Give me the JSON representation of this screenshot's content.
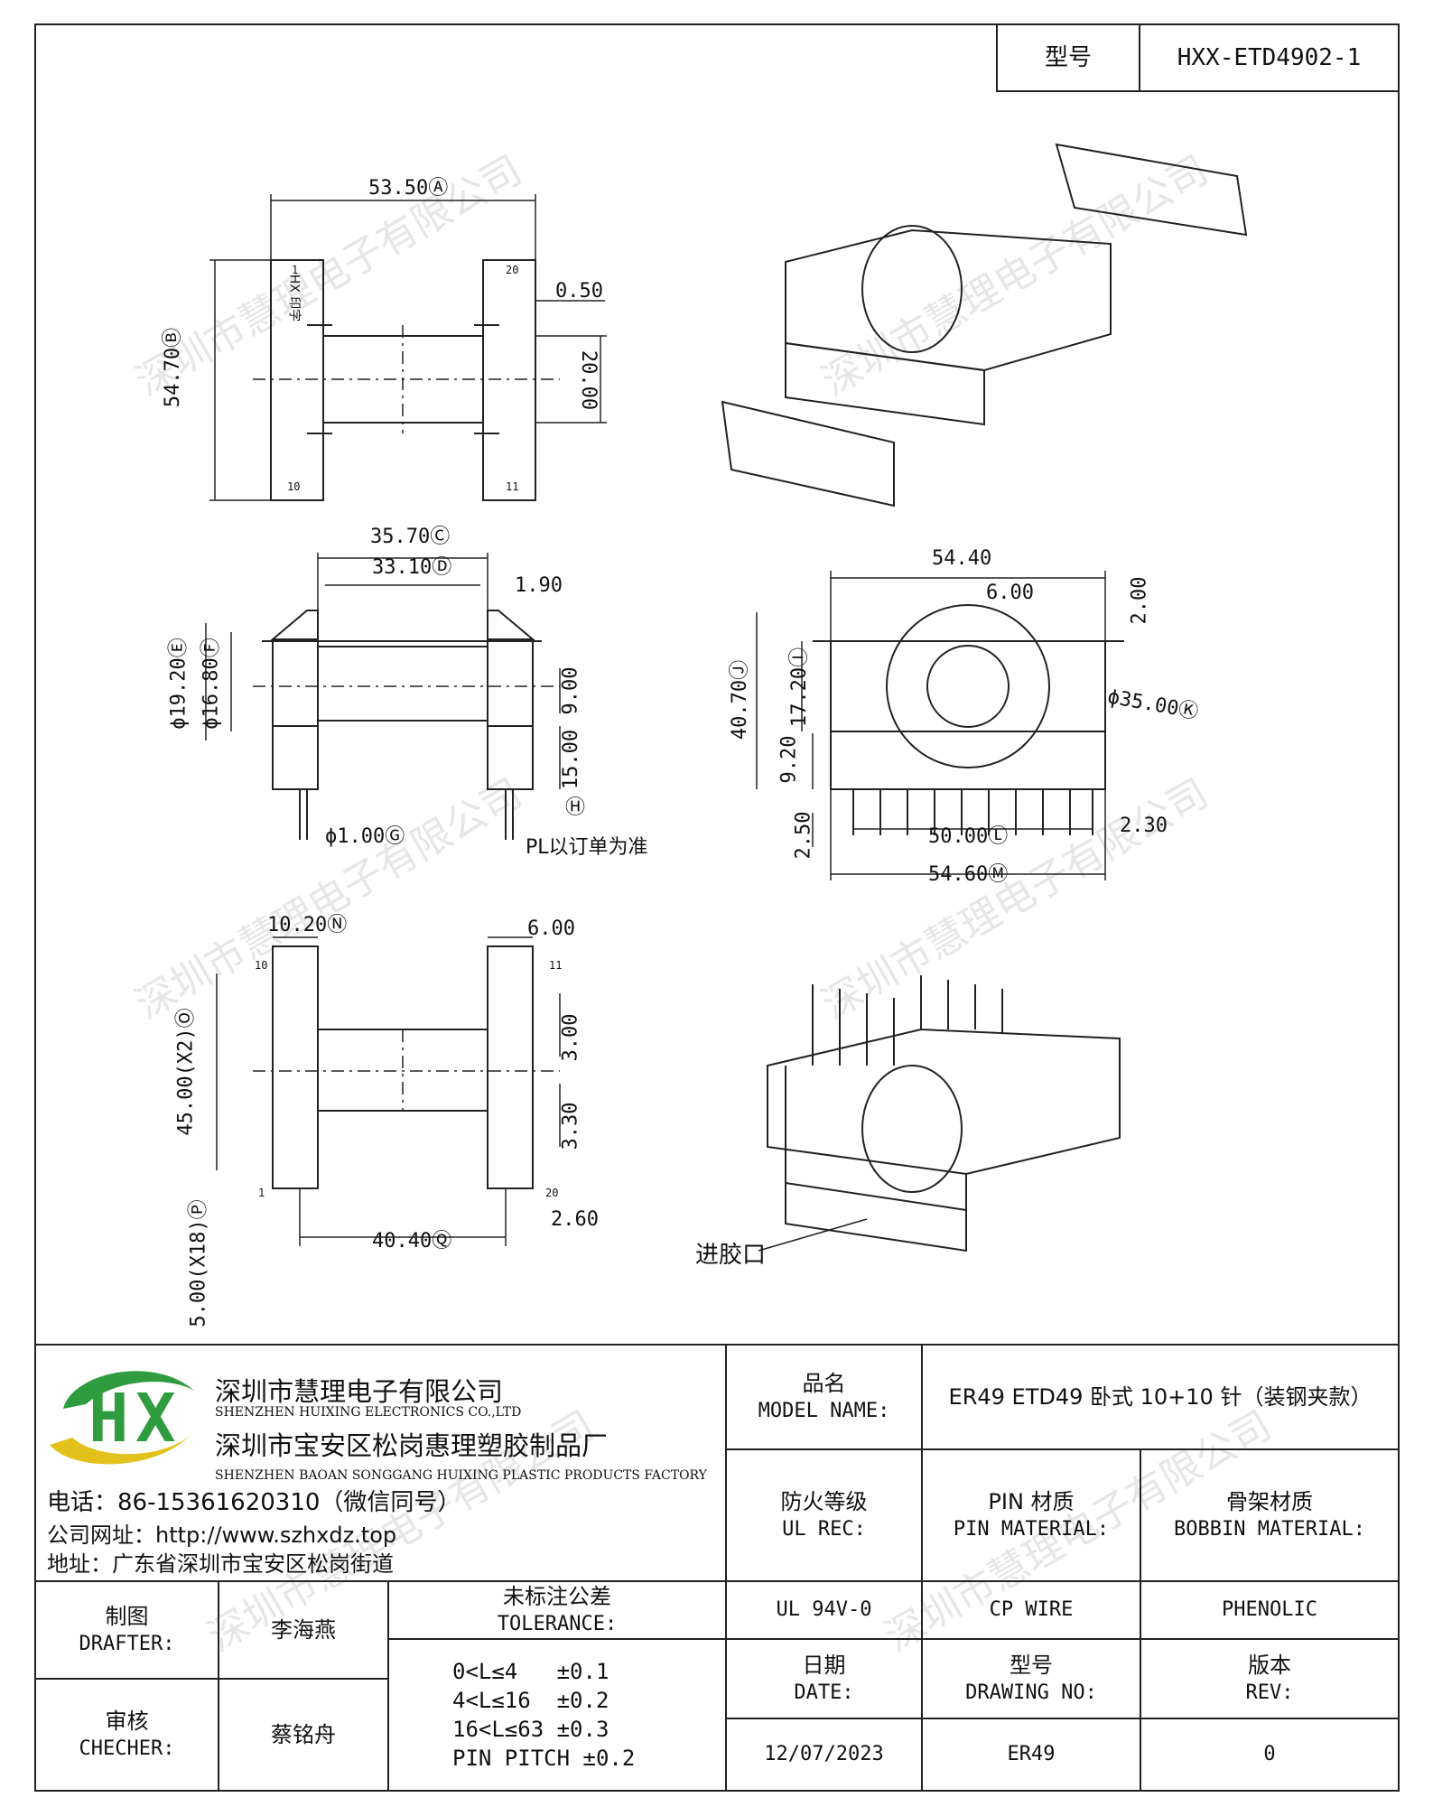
{
  "header": {
    "model_label": "型号",
    "model_value": "HXX-ETD4902-1"
  },
  "watermark": "深圳市慧理电子有限公司",
  "drawing": {
    "top_view": {
      "dim_a": "53.50Ⓐ",
      "dim_b": "54.70Ⓑ",
      "dim_050": "0.50",
      "dim_2000": "20.00",
      "pin_1": "1",
      "pin_10": "10",
      "pin_20": "20",
      "pin_11": "11",
      "mark": "HX 印字"
    },
    "front_view": {
      "dim_c": "35.70Ⓒ",
      "dim_d": "33.10Ⓓ",
      "dim_190": "1.90",
      "dim_e": "ϕ19.20Ⓔ",
      "dim_f": "ϕ16.80Ⓕ",
      "dim_900": "9.00",
      "dim_1500": "15.00",
      "dim_g": "ϕ1.00Ⓖ",
      "dim_h": "Ⓗ",
      "pl_note": "PL以订单为准"
    },
    "side_view": {
      "dim_5440": "54.40",
      "dim_600": "6.00",
      "dim_200": "2.00",
      "dim_i": "17.20Ⓘ",
      "dim_j": "40.70Ⓙ",
      "dim_k": "ϕ35.00Ⓚ",
      "dim_920": "9.20",
      "dim_250": "2.50",
      "dim_l": "50.00Ⓛ",
      "dim_230": "2.30",
      "dim_m": "54.60Ⓜ"
    },
    "bottom_view": {
      "dim_n": "10.20Ⓝ",
      "dim_600b": "6.00",
      "dim_o": "45.00(X2)Ⓞ",
      "dim_300": "3.00",
      "dim_330": "3.30",
      "dim_p": "5.00(X18)Ⓟ",
      "dim_q": "40.40Ⓠ",
      "dim_260": "2.60",
      "pin_10": "10",
      "pin_11": "11",
      "pin_1": "1",
      "pin_20": "20"
    },
    "iso_note": "进胶口"
  },
  "company": {
    "name_cn": "深圳市慧理电子有限公司",
    "name_en": "SHENZHEN HUIXING ELECTRONICS CO.,LTD",
    "factory_cn": "深圳市宝安区松岗惠理塑胶制品厂",
    "factory_en": "SHENZHEN BAOAN SONGGANG HUIXING PLASTIC PRODUCTS FACTORY",
    "phone": "电话：86-15361620310（微信同号）",
    "website": "公司网址：http://www.szhxdz.top",
    "address": "地址：广东省深圳市宝安区松岗街道"
  },
  "colors": {
    "logo_green": "#2e9c3f",
    "logo_yellow": "#e2c21a"
  },
  "table": {
    "model_name_cn": "品名",
    "model_name_en": "MODEL NAME:",
    "model_name_value": "ER49 ETD49 卧式 10+10 针（装钢夹款）",
    "ul_cn": "防火等级",
    "ul_en": "UL REC:",
    "pin_cn": "PIN 材质",
    "pin_en": "PIN MATERIAL:",
    "bobbin_cn": "骨架材质",
    "bobbin_en": "BOBBIN MATERIAL:",
    "ul_value": "UL 94V-0",
    "pin_value": "CP WIRE",
    "bobbin_value": "PHENOLIC",
    "drafter_cn": "制图",
    "drafter_en": "DRAFTER:",
    "drafter_name": "李海燕",
    "checker_cn": "审核",
    "checker_en": "CHECHER:",
    "checker_name": "蔡铭舟",
    "tol_cn": "未标注公差",
    "tol_en": "TOLERANCE:",
    "tol_lines": [
      "0<L≤4   ±0.1",
      "4<L≤16  ±0.2",
      "16<L≤63 ±0.3",
      "PIN PITCH ±0.2"
    ],
    "date_cn": "日期",
    "date_en": "DATE:",
    "drawing_cn": "型号",
    "drawing_en": "DRAWING NO:",
    "rev_cn": "版本",
    "rev_en": "REV:",
    "date_value": "12/07/2023",
    "drawing_value": "ER49",
    "rev_value": "0"
  }
}
